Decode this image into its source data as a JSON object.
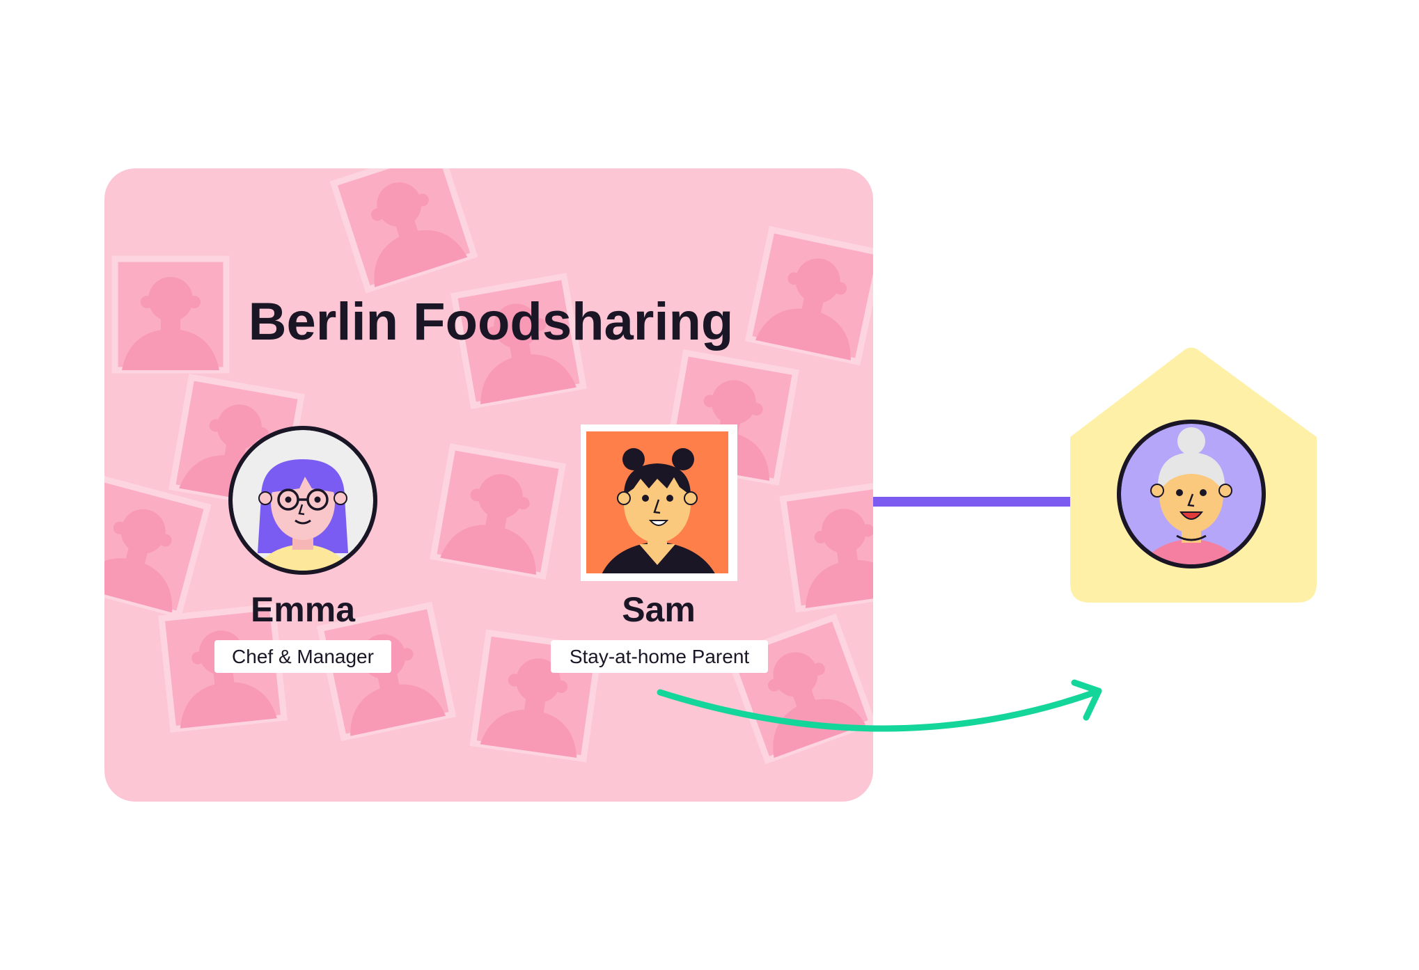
{
  "group": {
    "title": "Berlin Foodsharing"
  },
  "members": [
    {
      "name": "Emma",
      "role": "Chef & Manager",
      "avatar": "woman-with-glasses-purple-hair"
    },
    {
      "name": "Sam",
      "role": "Stay-at-home Parent",
      "avatar": "person-with-hair-buns"
    }
  ],
  "recipient": {
    "avatar": "elderly-woman-grey-hair",
    "icon": "house-icon"
  },
  "colors": {
    "panel": "#fdc6d5",
    "panel_silhouette": "#fbadc3",
    "connector": "#7c5cf0",
    "arrow": "#15d69a",
    "house": "#fff0a8",
    "emma_bg": "#eeeeee",
    "emma_hair": "#7a5cf2",
    "sam_bg": "#ff7f4a",
    "elder_bg": "#b5a6fa",
    "skin": "#fbc97e",
    "outline": "#1b1626"
  }
}
